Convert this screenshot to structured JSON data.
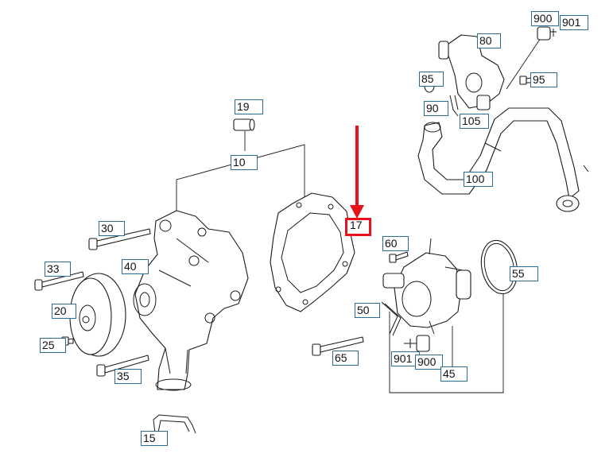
{
  "diagram": {
    "callouts": {
      "c900a": "900",
      "c901a": "901",
      "c80": "80",
      "c85": "85",
      "c95": "95",
      "c90": "90",
      "c105": "105",
      "c100": "100",
      "c19": "19",
      "c10": "10",
      "c17": "17",
      "c30": "30",
      "c60": "60",
      "c33": "33",
      "c40": "40",
      "c55": "55",
      "c20": "20",
      "c50": "50",
      "c25": "25",
      "c65": "65",
      "c901b": "901",
      "c900b": "900",
      "c35": "35",
      "c45": "45",
      "c15": "15"
    },
    "highlighted_part": "17",
    "colors": {
      "arrow": "#e8101a",
      "callout_border": "#2a6d94",
      "line": "#1a1a1a"
    }
  }
}
